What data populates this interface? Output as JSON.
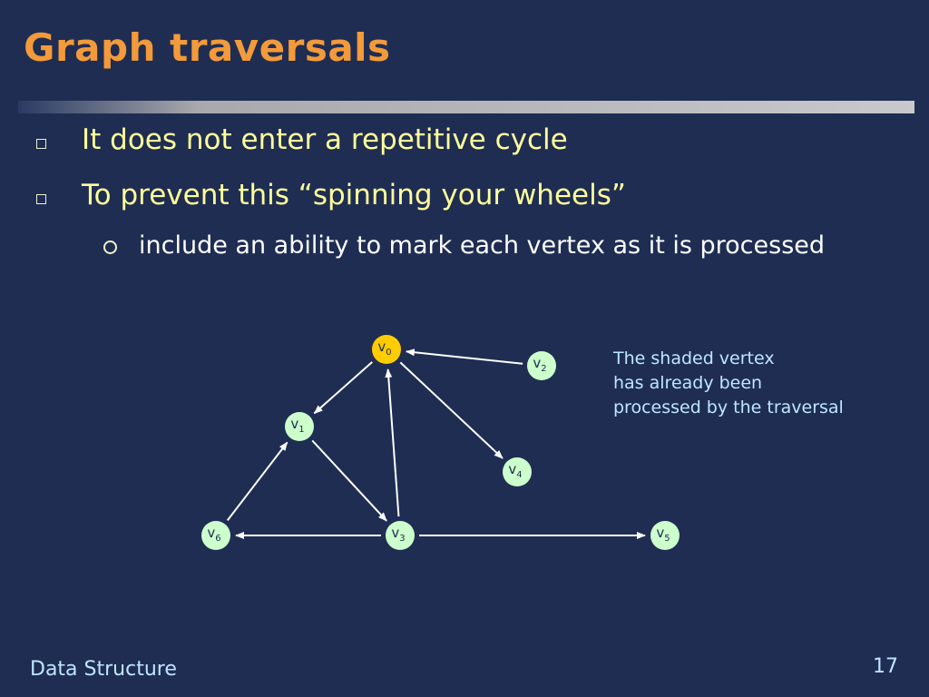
{
  "slide": {
    "title": "Graph traversals",
    "page_number": "17",
    "footer": "Data Structure"
  },
  "bullets": {
    "level1": [
      "It does not enter a repetitive cycle",
      "To prevent this “spinning your wheels”"
    ],
    "level2": [
      "include an ability to mark each vertex as it is processed"
    ]
  },
  "diagram": {
    "caption": [
      "The shaded vertex",
      "has already been",
      "processed by the traversal"
    ],
    "vertices": [
      {
        "id": "v0",
        "base": "v",
        "sub": "0",
        "shaded": true
      },
      {
        "id": "v1",
        "base": "v",
        "sub": "1",
        "shaded": false
      },
      {
        "id": "v2",
        "base": "v",
        "sub": "2",
        "shaded": false
      },
      {
        "id": "v3",
        "base": "v",
        "sub": "3",
        "shaded": false
      },
      {
        "id": "v4",
        "base": "v",
        "sub": "4",
        "shaded": false
      },
      {
        "id": "v5",
        "base": "v",
        "sub": "5",
        "shaded": false
      },
      {
        "id": "v6",
        "base": "v",
        "sub": "6",
        "shaded": false
      }
    ],
    "edges": [
      {
        "from": "v0",
        "to": "v1"
      },
      {
        "from": "v0",
        "to": "v4"
      },
      {
        "from": "v2",
        "to": "v0"
      },
      {
        "from": "v3",
        "to": "v0"
      },
      {
        "from": "v1",
        "to": "v3"
      },
      {
        "from": "v6",
        "to": "v1"
      },
      {
        "from": "v3",
        "to": "v6"
      },
      {
        "from": "v3",
        "to": "v5"
      }
    ],
    "colors": {
      "background": "#1f2d53",
      "shaded_vertex": "#ffcc00",
      "vertex": "#ccffcc",
      "edge": "#ffffff",
      "title": "#f39a3a",
      "bullet_text": "#ffff99",
      "caption_text": "#bfe6ff"
    }
  }
}
